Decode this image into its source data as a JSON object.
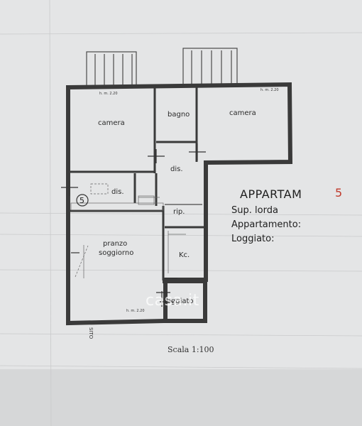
{
  "plan": {
    "rooms": {
      "camera_left": "camera",
      "bagno": "bagno",
      "camera_right": "camera",
      "dis_center": "dis.",
      "dis_left": "dis.",
      "pranzo_line1": "pranzo",
      "pranzo_line2": "soggiorno",
      "rip": "rip.",
      "kc": "Kc.",
      "loggiato": "loggiato"
    },
    "height_labels": {
      "left": "h. m. 2.20",
      "right": "h. m. 2.20",
      "bottom": "h. m. 2.20"
    },
    "unit_number": "5",
    "side_label": "SITO"
  },
  "title_block": {
    "heading": "APPARTAM",
    "number": "5",
    "line1": "Sup. lorda",
    "line2": "Appartamento:",
    "line3": "Loggiato:"
  },
  "scale": "Scala 1:100",
  "watermark": "casa.it",
  "colors": {
    "paper": "#e6e7e8",
    "wall": "#3a3a3a",
    "number_red": "#c0392b"
  }
}
